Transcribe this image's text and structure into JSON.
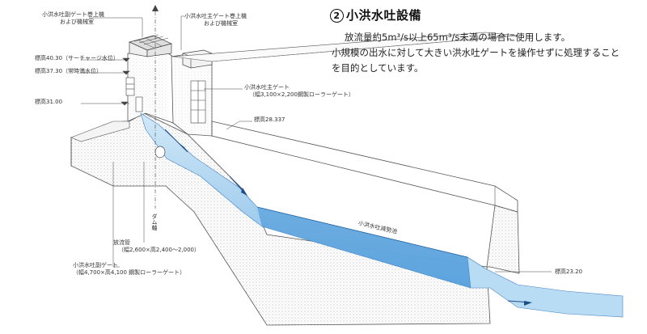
{
  "section": {
    "number": "2",
    "title": "小洪水吐設備",
    "line1": "放流量約5m³/s以上65m³/s未満の場合に使用します。",
    "line2": "小規模の出水に対して大きい洪水吐ゲートを操作せずに処理すること",
    "line3": "を目的としています。"
  },
  "labels": {
    "sub_gate_hoist_1": "小洪水吐副ゲート巻上機",
    "sub_gate_hoist_2": "および機械室",
    "main_gate_hoist_1": "小洪水吐主ゲート巻上機",
    "main_gate_hoist_2": "および機械室",
    "el_40": "標高40.30（サーチャージ水位）",
    "el_37": "標高37.30（常時満水位）",
    "el_31": "標高31.00",
    "main_gate_1": "小洪水吐主ゲート",
    "main_gate_2": "（幅3,100×2,200鋼製ローラーゲート）",
    "el_28": "標高28.337",
    "dam_axis": "ダム軸",
    "stilling_basin": "小洪水吐減勢池",
    "discharge_pipe_1": "放流管",
    "discharge_pipe_2": "（幅2,600×高2,400～2,000）",
    "sub_gate_1": "小洪水吐副ゲート",
    "sub_gate_2": "（幅4,700×高4,100 鋼製ローラーゲート）",
    "el_23": "標高23.20"
  },
  "colors": {
    "water_light": "#c6e3f6",
    "water_mid": "#8cc4ec",
    "water_dark": "#3d8fd6",
    "line": "#444444"
  }
}
